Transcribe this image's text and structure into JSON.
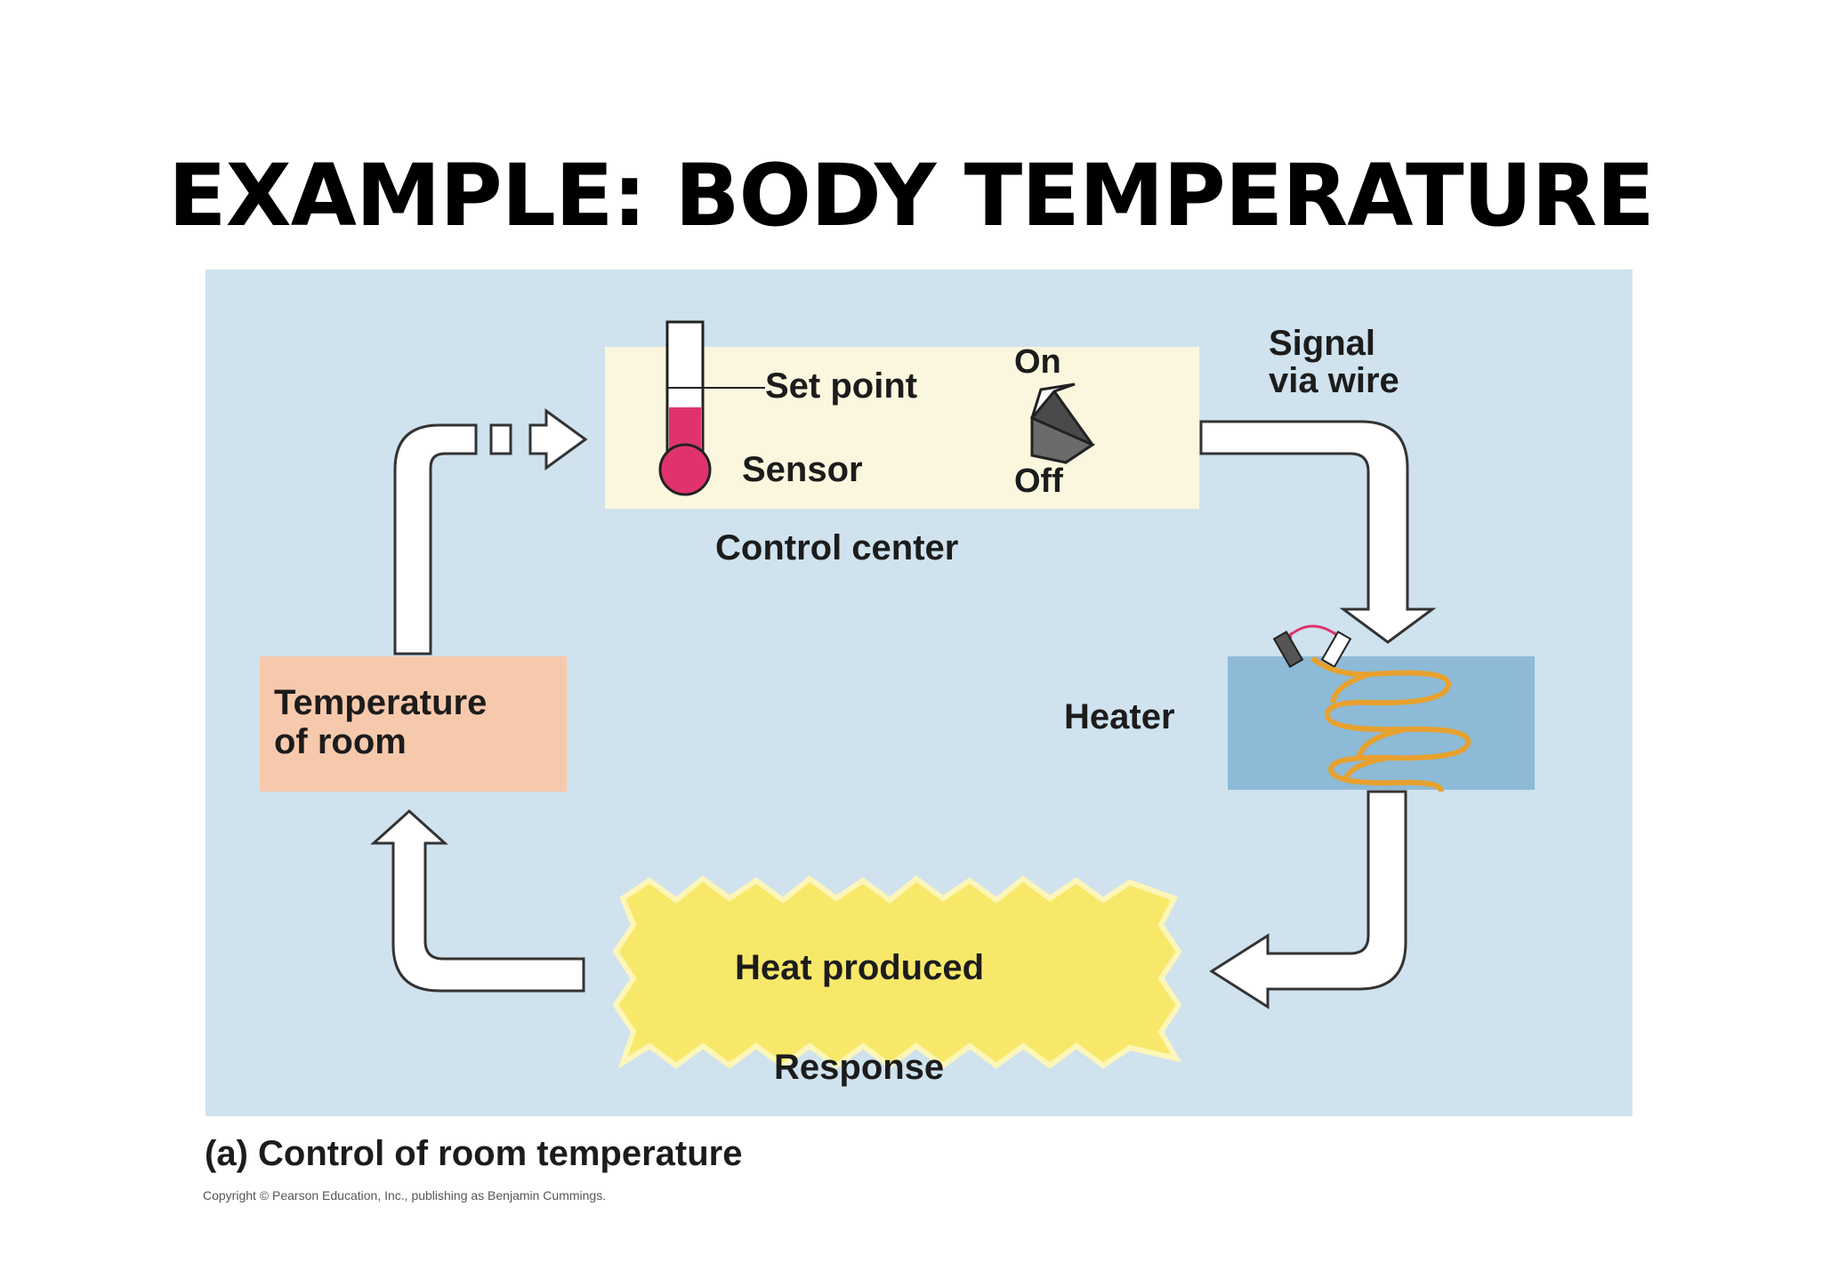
{
  "title": "EXAMPLE: BODY TEMPERATURE",
  "diagram": {
    "labels": {
      "set_point": "Set point",
      "sensor": "Sensor",
      "on": "On",
      "off": "Off",
      "control_center": "Control center",
      "signal_line1": "Signal",
      "signal_line2": "via wire",
      "heater": "Heater",
      "temperature_line1": "Temperature",
      "temperature_line2": "of room",
      "heat_produced": "Heat produced",
      "response": "Response"
    },
    "colors": {
      "panel": "#cfe2ee",
      "control_box": "#fbf7df",
      "temperature_box": "#f7c9ac",
      "heater_box": "#8dbad6",
      "heat_burst": "#f8e86a",
      "thermometer_fill": "#e0336e",
      "coil": "#e7a12e",
      "arrow_fill": "#ffffff",
      "arrow_stroke": "#333333"
    },
    "icons": [
      "thermometer-icon",
      "switch-icon",
      "heater-coil-icon",
      "pivot-arrow-icon"
    ]
  },
  "caption": "(a) Control of room temperature",
  "copyright": "Copyright © Pearson Education, Inc., publishing as Benjamin Cummings."
}
